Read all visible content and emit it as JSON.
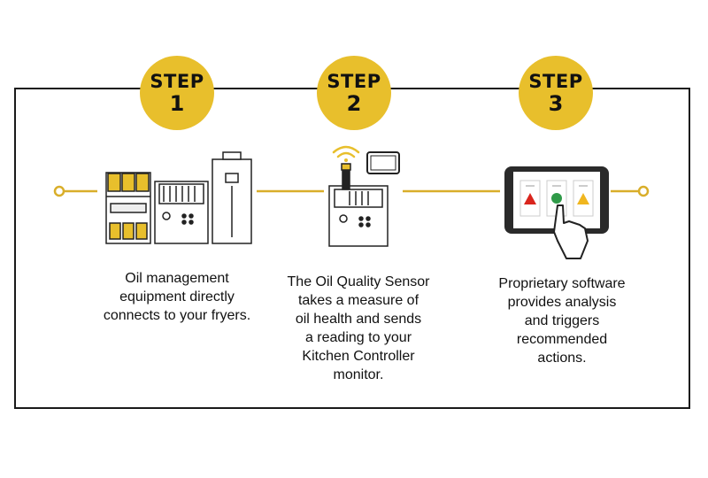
{
  "steps": [
    {
      "word": "STEP",
      "number": "1",
      "description": "Oil management\nequipment directly\nconnects to your fryers."
    },
    {
      "word": "STEP",
      "number": "2",
      "description": "The Oil Quality Sensor\ntakes a measure of\noil health and sends\na reading to your\nKitchen Controller\nmonitor."
    },
    {
      "word": "STEP",
      "number": "3",
      "description": "Proprietary software\nprovides analysis\nand triggers\nrecommended\nactions."
    }
  ],
  "colors": {
    "accent": "#e8bf2c",
    "line": "#d9ae2a",
    "frame": "#1a1a1a",
    "alert_red": "#d9251d",
    "ok_green": "#2f9a48",
    "warn_yellow": "#f0b61f"
  },
  "icons": [
    "fryer-system-illustration",
    "oil-sensor-fryer-illustration",
    "wifi-icon",
    "controller-monitor-icon",
    "tablet-icon",
    "pointing-hand-icon"
  ]
}
